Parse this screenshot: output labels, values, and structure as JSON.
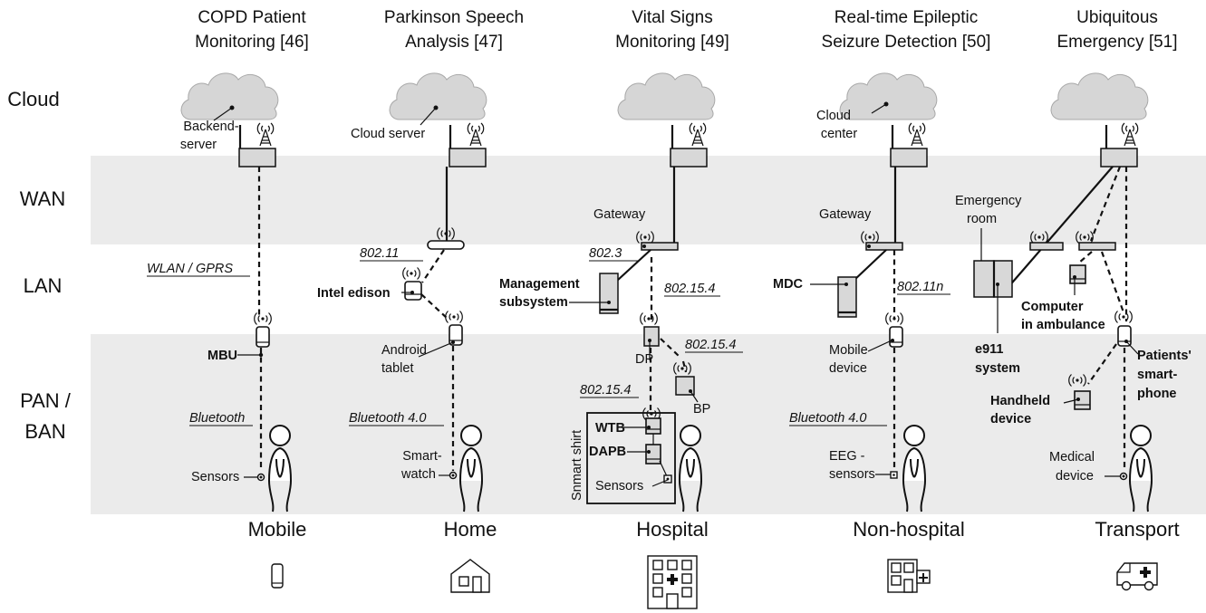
{
  "layers": {
    "cloud": "Cloud",
    "wan": "WAN",
    "lan": "LAN",
    "pan_line1": "PAN /",
    "pan_line2": "BAN"
  },
  "columns": [
    {
      "title_line1": "COPD Patient",
      "title_line2": "Monitoring [46]",
      "setting": "Mobile",
      "setting_icon": "smartphone-icon",
      "cloud_label_line1": "Backend-",
      "cloud_label_line2": "server",
      "lan_protocol": "WLAN / GPRS",
      "device": "MBU",
      "pan_protocol": "Bluetooth",
      "sensor": "Sensors"
    },
    {
      "title_line1": "Parkinson Speech",
      "title_line2": "Analysis [47]",
      "setting": "Home",
      "setting_icon": "house-icon",
      "cloud_label": "Cloud server",
      "lan_protocol": "802.11",
      "hub": "Intel edison",
      "device_line1": "Android",
      "device_line2": "tablet",
      "pan_protocol": "Bluetooth 4.0",
      "sensor_line1": "Smart-",
      "sensor_line2": "watch"
    },
    {
      "title_line1": "Vital Signs",
      "title_line2": "Monitoring [49]",
      "setting": "Hospital",
      "setting_icon": "hospital-building-icon",
      "gateway": "Gateway",
      "lan_protocol_left": "802.3",
      "management_line1": "Management",
      "management_line2": "subsystem",
      "lan_protocol_right": "802.15.4",
      "dp": "DP",
      "dp_bp_protocol": "802.15.4",
      "bp": "BP",
      "pan_protocol": "802.15.4",
      "shirt": "Snmart shirt",
      "wtb": "WTB",
      "dapb": "DAPB",
      "sensor": "Sensors"
    },
    {
      "title_line1": "Real-time Epileptic",
      "title_line2": "Seizure Detection [50]",
      "setting": "Non-hospital",
      "setting_icon": "clinic-building-icon",
      "cloud_label_line1": "Cloud",
      "cloud_label_line2": "center",
      "gateway": "Gateway",
      "mdc": "MDC",
      "lan_protocol": "802.11n",
      "device_line1": "Mobile",
      "device_line2": "device",
      "pan_protocol": "Bluetooth 4.0",
      "sensor_line1": "EEG -",
      "sensor_line2": "sensors"
    },
    {
      "title_line1": "Ubiquitous",
      "title_line2": "Emergency [51]",
      "setting": "Transport",
      "setting_icon": "ambulance-icon",
      "er_line1": "Emergency",
      "er_line2": "room",
      "e911_line1": "e911",
      "e911_line2": "system",
      "computer_line1": "Computer",
      "computer_line2": "in ambulance",
      "phone_line1": "Patients'",
      "phone_line2": "smart-",
      "phone_line3": "phone",
      "handheld_line1": "Handheld",
      "handheld_line2": "device",
      "sensor_line1": "Medical",
      "sensor_line2": "device"
    }
  ]
}
